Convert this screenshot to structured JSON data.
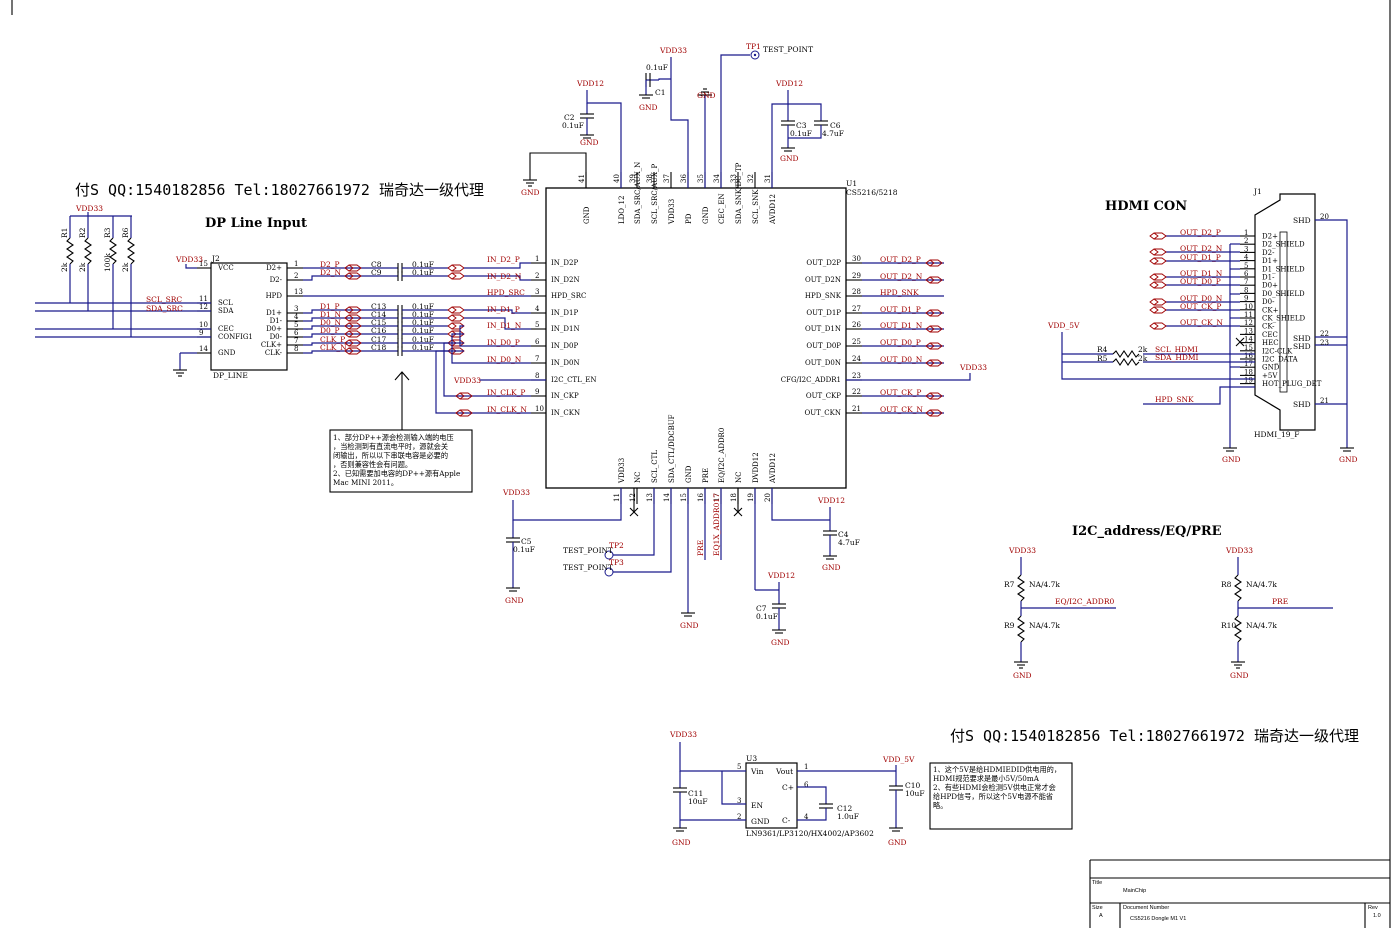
{
  "contact_line": "付S  QQ:1540182856  Tel:18027661972  瑞奇达一级代理",
  "sections": {
    "dp_input": "DP Line Input",
    "hdmi_con": "HDMI CON",
    "i2c_eq": "I2C_address/EQ/PRE"
  },
  "u1": {
    "ref": "U1",
    "part": "CS5216/5218",
    "left_pins": [
      {
        "num": "1",
        "name": "IN_D2P"
      },
      {
        "num": "2",
        "name": "IN_D2N"
      },
      {
        "num": "3",
        "name": "HPD_SRC"
      },
      {
        "num": "4",
        "name": "IN_D1P"
      },
      {
        "num": "5",
        "name": "IN_D1N"
      },
      {
        "num": "6",
        "name": "IN_D0P"
      },
      {
        "num": "7",
        "name": "IN_D0N"
      },
      {
        "num": "8",
        "name": "I2C_CTL_EN"
      },
      {
        "num": "9",
        "name": "IN_CKP"
      },
      {
        "num": "10",
        "name": "IN_CKN"
      }
    ],
    "right_pins": [
      {
        "num": "30",
        "name": "OUT_D2P"
      },
      {
        "num": "29",
        "name": "OUT_D2N"
      },
      {
        "num": "28",
        "name": "HPD_SNK"
      },
      {
        "num": "27",
        "name": "OUT_D1P"
      },
      {
        "num": "26",
        "name": "OUT_D1N"
      },
      {
        "num": "25",
        "name": "OUT_D0P"
      },
      {
        "num": "24",
        "name": "OUT_D0N"
      },
      {
        "num": "23",
        "name": "CFG/I2C_ADDR1"
      },
      {
        "num": "22",
        "name": "OUT_CKP"
      },
      {
        "num": "21",
        "name": "OUT_CKN"
      }
    ],
    "top_pins": [
      {
        "num": "41",
        "name": "GND"
      },
      {
        "num": "40",
        "name": "LDO_12"
      },
      {
        "num": "39",
        "name": "SDA_SRC/AUX_N"
      },
      {
        "num": "38",
        "name": "SCL_SRC/AUX_P"
      },
      {
        "num": "37",
        "name": "VDD33"
      },
      {
        "num": "36",
        "name": "PD"
      },
      {
        "num": "35",
        "name": "GND"
      },
      {
        "num": "34",
        "name": "CEC_EN"
      },
      {
        "num": "33",
        "name": "SDA_SNK/DC_TP"
      },
      {
        "num": "32",
        "name": "SCL_SNK"
      },
      {
        "num": "31",
        "name": "AVDD12"
      }
    ],
    "bottom_pins": [
      {
        "num": "11",
        "name": "VDD33"
      },
      {
        "num": "12",
        "name": "NC"
      },
      {
        "num": "13",
        "name": "SCL_CTL"
      },
      {
        "num": "14",
        "name": "SDA_CTL/DDCBUF"
      },
      {
        "num": "15",
        "name": "GND"
      },
      {
        "num": "16",
        "name": "PRE"
      },
      {
        "num": "17",
        "name": "EQ/I2C_ADDR0"
      },
      {
        "num": "18",
        "name": "NC"
      },
      {
        "num": "19",
        "name": "DVDD12"
      },
      {
        "num": "20",
        "name": "AVDD12"
      }
    ]
  },
  "j2": {
    "ref": "J2",
    "part": "DP_LINE",
    "pins": [
      {
        "num": "15",
        "name": "VCC"
      },
      {
        "num": "1",
        "name": "D2+"
      },
      {
        "num": "2",
        "name": "D2-"
      },
      {
        "num": "13",
        "name": "HPD"
      },
      {
        "num": "11",
        "name": "SCL"
      },
      {
        "num": "12",
        "name": "SDA"
      },
      {
        "num": "3",
        "name": "D1+"
      },
      {
        "num": "4",
        "name": "D1-"
      },
      {
        "num": "10",
        "name": "CEC"
      },
      {
        "num": "5",
        "name": "D0+"
      },
      {
        "num": "9",
        "name": "CONFIG1"
      },
      {
        "num": "6",
        "name": "D0-"
      },
      {
        "num": "7",
        "name": "CLK+"
      },
      {
        "num": "14",
        "name": "GND"
      },
      {
        "num": "8",
        "name": "CLK-"
      }
    ]
  },
  "j1": {
    "ref": "J1",
    "part": "HDMI_19_F",
    "pins": [
      "D2+",
      "D2_SHIELD",
      "D2-",
      "D1+",
      "D1_SHIELD",
      "D1-",
      "D0+",
      "D0_SHIELD",
      "D0-",
      "CK+",
      "CK_SHIELD",
      "CK-",
      "CEC",
      "HEC",
      "I2C-CLK",
      "I2C_DATA",
      "GND",
      "+5V",
      "HOT_PLUG_DET"
    ],
    "shd": "SHD"
  },
  "nets_left": [
    "D2_P",
    "D2_N",
    "D1_P",
    "D1_N",
    "D0_N",
    "D0_P",
    "CLK_P",
    "CLK_N"
  ],
  "caps_left": [
    "C8",
    "C9",
    "C13",
    "C14",
    "C15",
    "C16",
    "C17",
    "C18"
  ],
  "cap_val": "0.1uF",
  "nets_in": [
    "IN_D2_P",
    "IN_D2_N",
    "HPD_SRC",
    "IN_D1_P",
    "IN_D1_N",
    "IN_D0_P",
    "IN_D0_N",
    "IN_CLK_P",
    "IN_CLK_N"
  ],
  "nets_out": [
    "OUT_D2_P",
    "OUT_D2_N",
    "HPD_SNK",
    "OUT_D1_P",
    "OUT_D1_N",
    "OUT_D0_P",
    "OUT_D0_N",
    "OUT_CK_P",
    "OUT_CK_N"
  ],
  "hdmi_nets": [
    "OUT_D2_P",
    "OUT_D2_N",
    "OUT_D1_P",
    "OUT_D1_N",
    "OUT_D0_P",
    "OUT_D0_N",
    "OUT_CK_P",
    "OUT_CK_N"
  ],
  "labels": {
    "vdd33": "VDD33",
    "vdd12": "VDD12",
    "gnd": "GND",
    "vdd5v": "VDD_5V",
    "tp1": "TP1",
    "tp2": "TP2",
    "tp3": "TP3",
    "test_point": "TEST_POINT",
    "scl_src": "SCL_SRC",
    "sda_src": "SDA_SRC",
    "scl_hdmi": "SCL_HDMI",
    "sda_hdmi": "SDA_HDMI",
    "hpd_snk": "HPD_SNK",
    "eq_addr": "EQ/I2C_ADDR0",
    "pre": "PRE",
    "eq1x": "EQ1X_ADDR017",
    "r1": "R1",
    "r2": "R2",
    "r3": "R3",
    "r6": "R6",
    "r4": "R4",
    "r5": "R5",
    "r7": "R7",
    "r8": "R8",
    "r9": "R9",
    "r10": "R10",
    "r2k": "2k",
    "r100k": "100k",
    "na47": "NA/4.7k",
    "c1": "C1",
    "c2": "C2",
    "c3": "C3",
    "c4": "C4",
    "c5": "C5",
    "c6": "C6",
    "c7": "C7",
    "c10": "C10",
    "c11": "C11",
    "c12": "C12",
    "v01": "0.1uF",
    "v47": "4.7uF",
    "v10": "10uF",
    "v1": "1.0uF",
    "u3": "U3",
    "u3_part": "LN9361/LP3120/HX4002/AP3602",
    "u3_vin": "Vin",
    "u3_en": "EN",
    "u3_gnd": "GND",
    "u3_vout": "Vout",
    "u3_cp": "C+",
    "u3_cm": "C-"
  },
  "note1": [
    "1、部分DP++源会检测输入端的电压",
    "，当检测到有直流电平时，源就会关",
    "闭输出，所以以下串联电容是必要的",
    "，否则兼容性会有问题。",
    "2、已知需要加电容的DP++源有Apple",
    "Mac MINI 2011。"
  ],
  "note2": [
    "1、这个5V是给HDMIEDID供电用的，",
    "HDMI规范要求是最小5V/50mA",
    "2、有些HDMI会检测5V供电正常才会",
    "给HPD信号，所以这个5V电源不能省",
    "略。"
  ],
  "title_block": {
    "title_label": "Title",
    "title": "MainChip",
    "size_label": "Size",
    "size": "A",
    "doc_label": "Document Number",
    "doc": "CS5216 Dongle M1 V1",
    "rev_label": "Rev",
    "rev": "1.0"
  }
}
